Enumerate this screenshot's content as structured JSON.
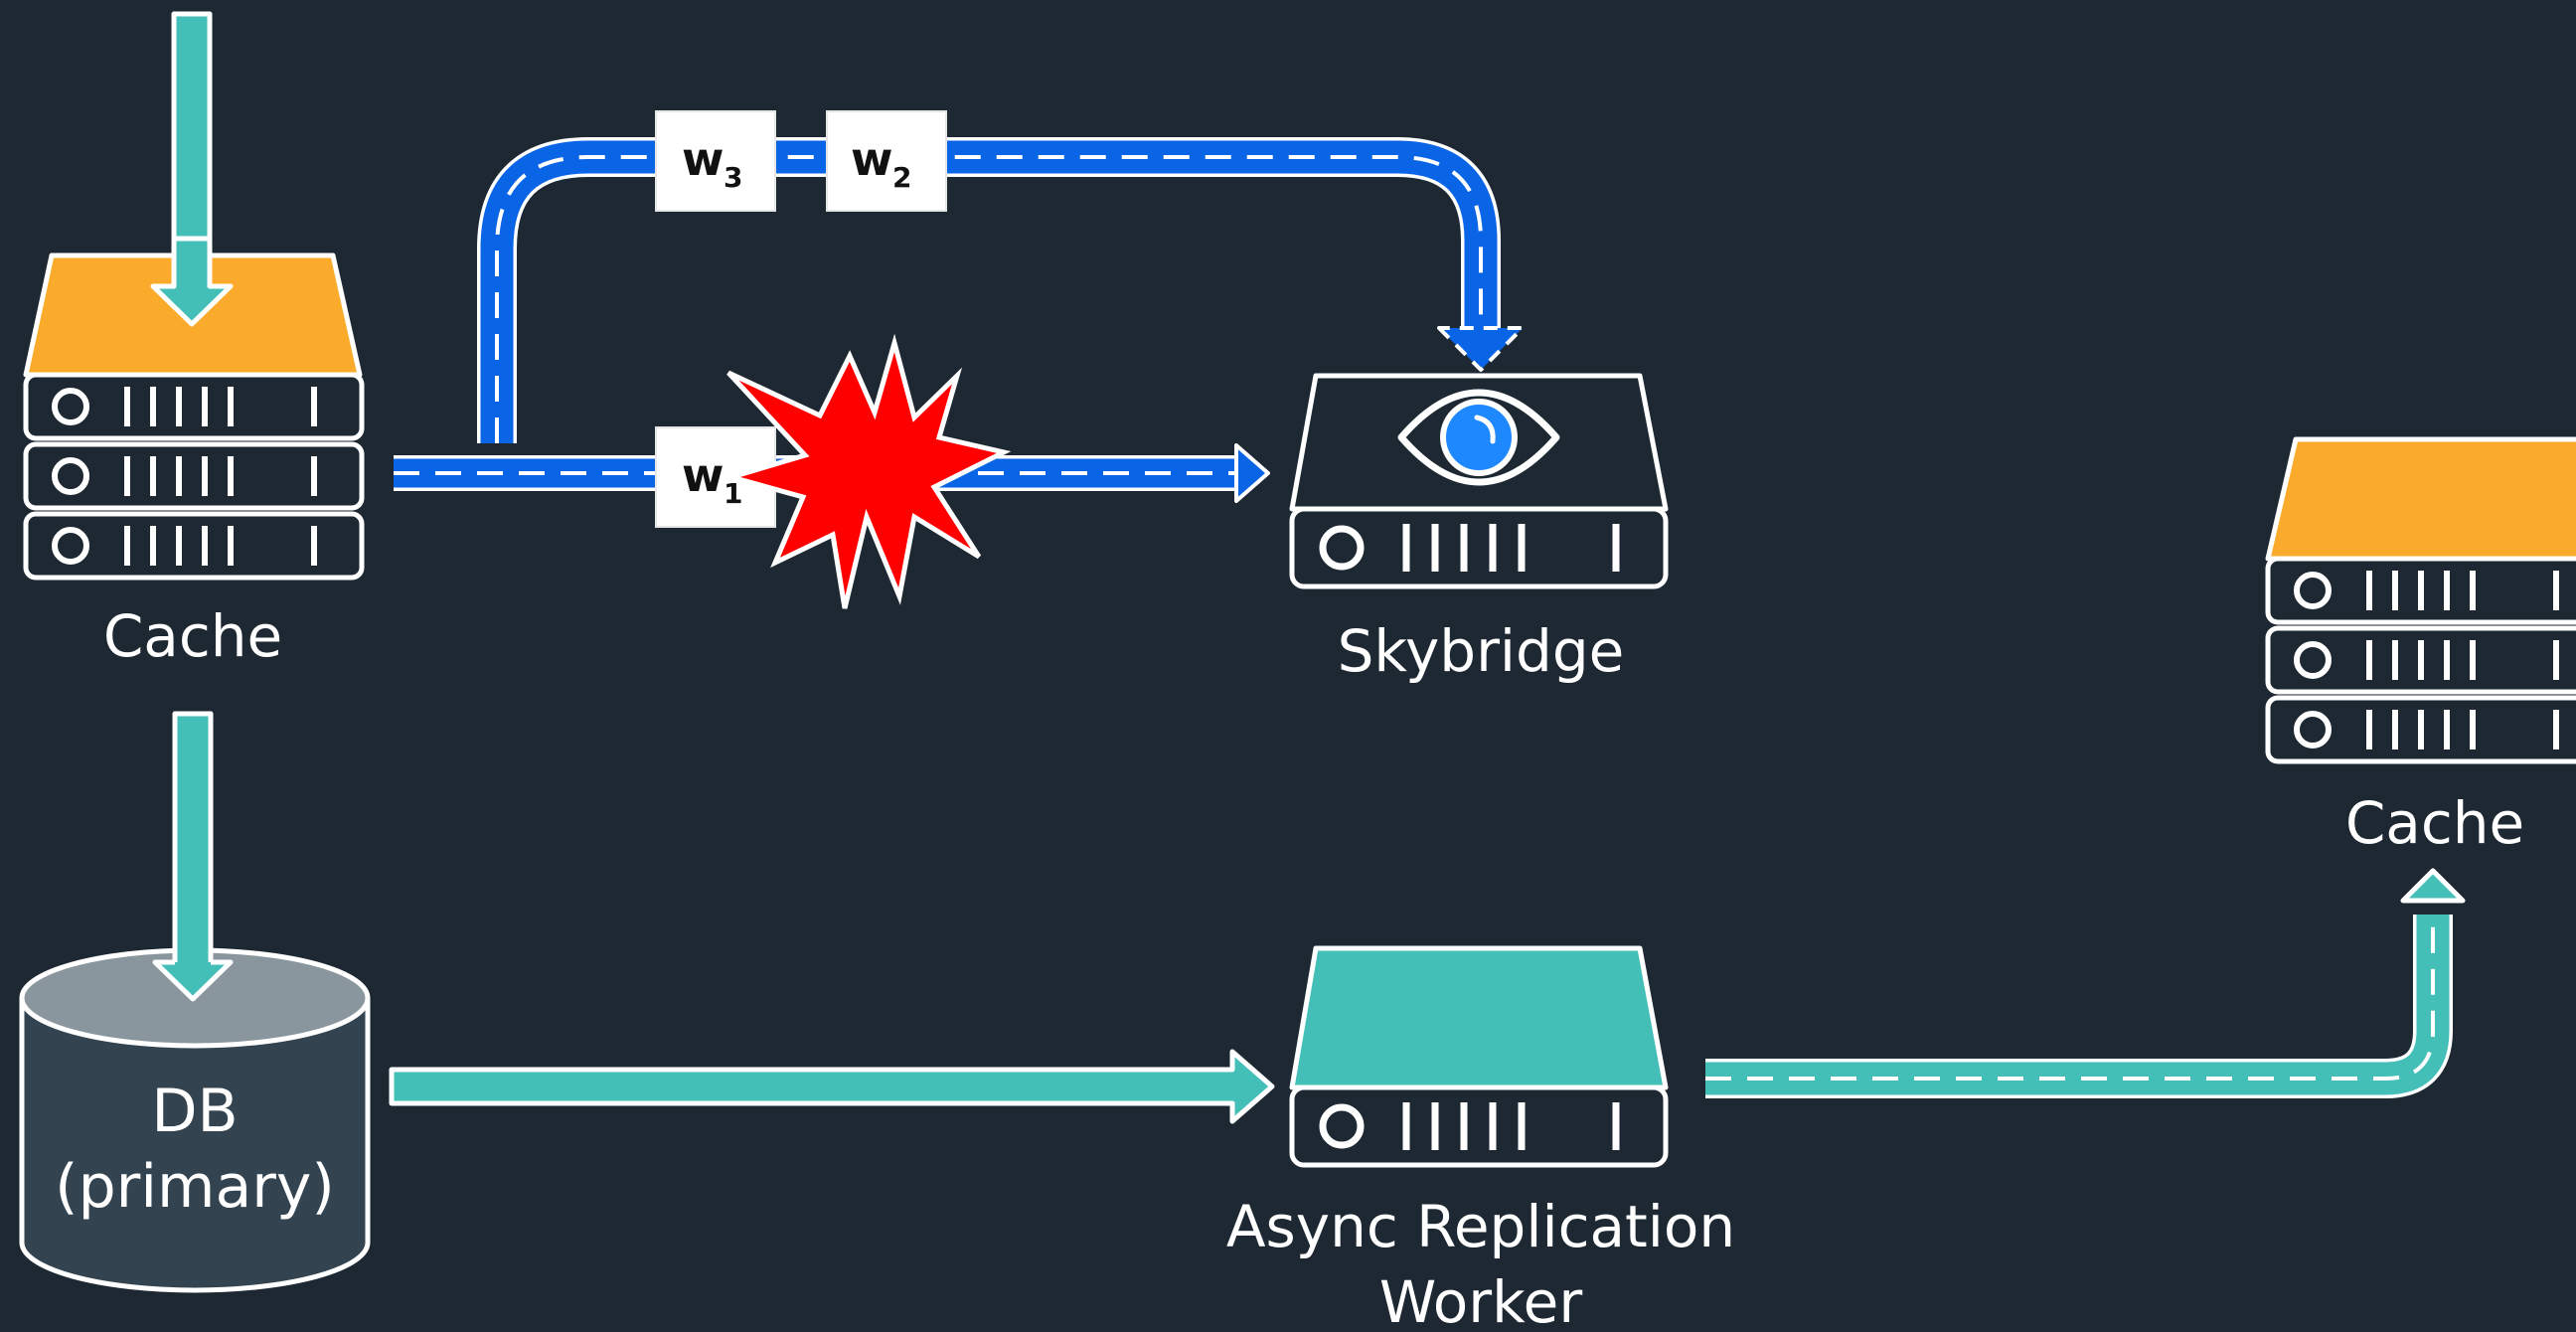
{
  "nodes": {
    "cache_left": {
      "label": "Cache"
    },
    "skybridge": {
      "label": "Skybridge"
    },
    "cache_right": {
      "label": "Cache"
    },
    "db": {
      "label_line1": "DB",
      "label_line2": "(primary)"
    },
    "worker": {
      "label_line1": "Async Replication",
      "label_line2": "Worker"
    }
  },
  "writes": [
    {
      "letter": "w",
      "sub": "3"
    },
    {
      "letter": "w",
      "sub": "2"
    },
    {
      "letter": "w",
      "sub": "1"
    }
  ],
  "colors": {
    "background": "#1d2833",
    "cache_top": "#fbab2b",
    "teal": "#44bfb8",
    "blue_flow": "#0a64e6",
    "db_top": "#8a969e",
    "db_body": "#33434f",
    "explosion": "#ff0000",
    "eye_iris": "#1e88ff"
  }
}
